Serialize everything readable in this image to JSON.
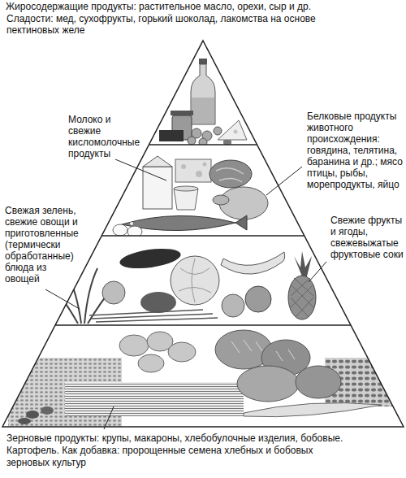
{
  "diagram": {
    "labels": [
      "Жиросодержащие продукты: растительное масло, орехи, сыр и др.",
      "Сладости: мед, сухофрукты, горький шоколад, лакомства на основе пектиновых желе",
      "Молоко и свежие кисломолочные продукты",
      "Белковые продукты животного происхождения: говядина, телятина, баранина и др.; мясо птицы, рыбы, морепродукты, яйцо",
      "Свежая зелень, свежие овощи и приготовленные (термически обработанные) блюда из овощей",
      "Свежие фрукты и ягоды, свежевыжатые фруктовые соки",
      "Зерновые продукты: крупы, макароны, хлебобулочные изделия, бобовые. Картофель. Как добавка: пророщенные семена хлебных и бобовых зерновых культур"
    ]
  }
}
